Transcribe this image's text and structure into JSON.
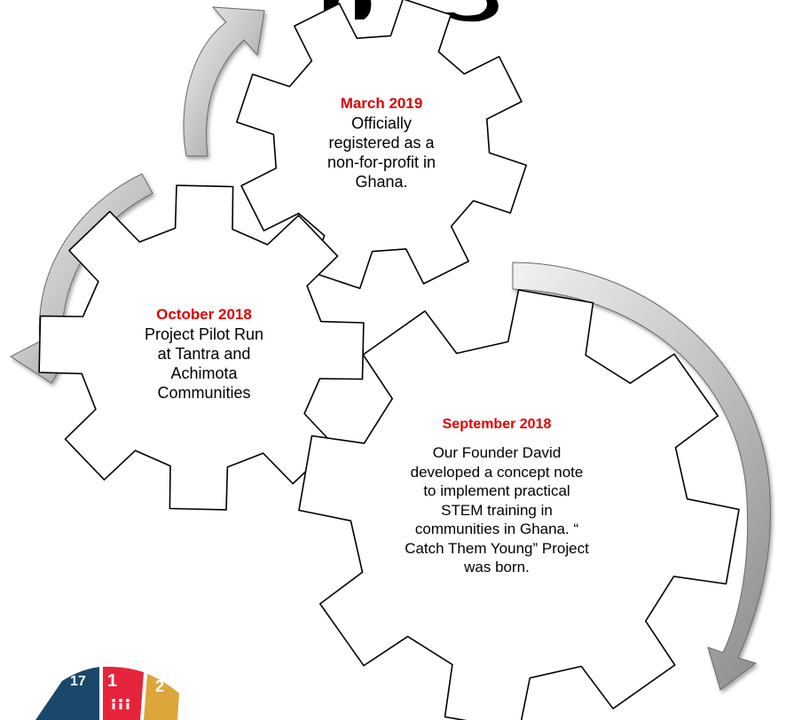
{
  "milestones": [
    {
      "date": "March 2019",
      "text": "Officially registered as a non-for-profit in Ghana.",
      "lines": [
        "Officially",
        "registered as a",
        "non-for-profit in",
        "Ghana."
      ]
    },
    {
      "date": "October 2018",
      "text": "Project Pilot Run at Tantra and Achimota Communities",
      "lines": [
        "Project Pilot Run",
        "at Tantra and",
        "Achimota",
        "Communities"
      ]
    },
    {
      "date": "September 2018",
      "text": "Our Founder David developed a concept note to implement practical STEM training in communities in Ghana. “ Catch Them Young” Project was born.",
      "lines": [
        "Our Founder David",
        "developed a concept note",
        "to implement practical",
        "STEM training in",
        "communities in Ghana. “",
        "Catch Them Young” Project",
        "was born."
      ]
    }
  ],
  "sdg_wheel": {
    "segments": [
      {
        "number": "17",
        "color": "#19486a"
      },
      {
        "number": "1",
        "color": "#e5243b"
      },
      {
        "number": "2",
        "color": "#dda63a"
      }
    ]
  },
  "colors": {
    "date_accent": "#e00000",
    "gear_outline": "#000000",
    "arrow_light": "#eeeeee",
    "arrow_dark": "#8a8a8a"
  }
}
